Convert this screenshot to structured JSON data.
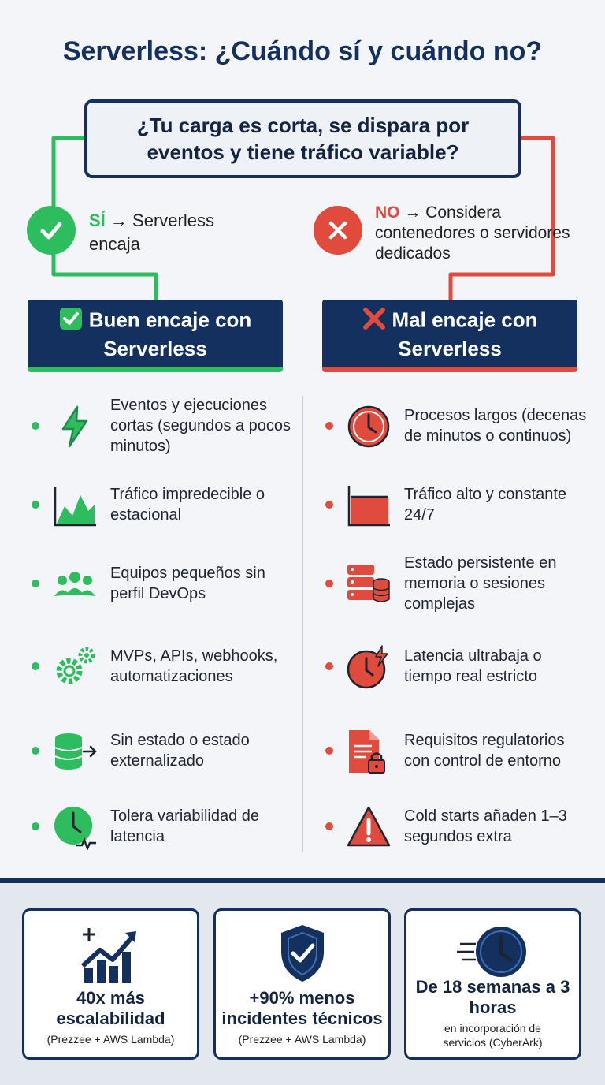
{
  "title": "Serverless: ¿Cuándo sí y cuándo no?",
  "question": "¿Tu carga es corta, se dispara por eventos y tiene tráfico variable?",
  "yes_branch": {
    "keyword": "SÍ",
    "text": "→ Serverless encaja"
  },
  "no_branch": {
    "keyword": "NO",
    "text": "→ Considera contenedores o servidores dedicados"
  },
  "good_header": "Buen encaje con Serverless",
  "bad_header": "Mal encaje con Serverless",
  "good_items": [
    {
      "icon": "lightning-icon",
      "text": "Eventos y ejecuciones cortas (segundos a pocos minutos)"
    },
    {
      "icon": "area-chart-icon",
      "text": "Tráfico impredecible o estacional"
    },
    {
      "icon": "team-icon",
      "text": "Equipos pequeños sin perfil DevOps"
    },
    {
      "icon": "gears-icon",
      "text": "MVPs, APIs, webhooks, automatizaciones"
    },
    {
      "icon": "database-arrow-icon",
      "text": "Sin estado o estado externalizado"
    },
    {
      "icon": "clock-pulse-icon",
      "text": "Tolera variabilidad de latencia"
    }
  ],
  "bad_items": [
    {
      "icon": "clock-icon",
      "text": "Procesos largos (decenas de minutos o continuos)"
    },
    {
      "icon": "flat-chart-icon",
      "text": "Tráfico alto y constante 24/7"
    },
    {
      "icon": "server-database-icon",
      "text": "Estado persistente en memoria o sesiones complejas"
    },
    {
      "icon": "fast-clock-icon",
      "text": "Latencia ultrabaja o tiempo real estricto"
    },
    {
      "icon": "locked-document-icon",
      "text": "Requisitos regulatorios con control de entorno"
    },
    {
      "icon": "warning-icon",
      "text": "Cold starts añaden 1–3 segundos extra"
    }
  ],
  "stats": [
    {
      "icon": "growth-chart-icon",
      "headline": "40x más escalabilidad",
      "source": "(Prezzee + AWS Lambda)"
    },
    {
      "icon": "shield-check-icon",
      "headline": "+90% menos incidentes técnicos",
      "source": "(Prezzee + AWS Lambda)"
    },
    {
      "icon": "speed-clock-icon",
      "headline": "De 18 semanas a 3 horas",
      "source": "en incorporación de servicios (CyberArk)"
    }
  ],
  "colors": {
    "navy": "#14305e",
    "green": "#2ebd5e",
    "red": "#e04b3e"
  }
}
